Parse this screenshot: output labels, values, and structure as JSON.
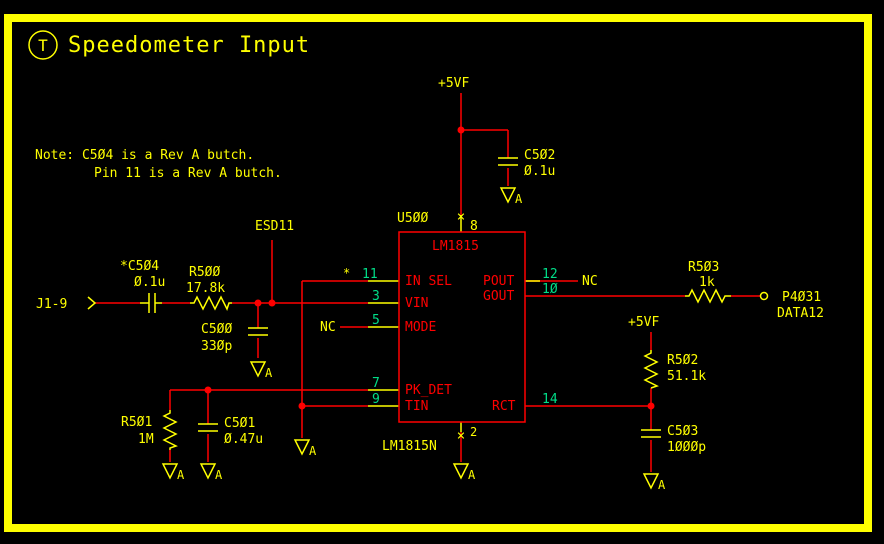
{
  "title": "Speedometer Input",
  "title_badge": "T",
  "colors": {
    "border": "#ffff00",
    "label": "#ffff00",
    "wire": "#ff0000",
    "pin_number": "#00dd88",
    "symbol": "#ffff00",
    "background": "#000000"
  },
  "notes": {
    "line1": "Note: C5Ø4 is a Rev A butch.",
    "line2": "Pin 11 is a Rev A butch."
  },
  "power": {
    "top": "+5VF",
    "right": "+5VF"
  },
  "ic": {
    "refdes": "U5ØØ",
    "part": "LM1815",
    "partnum": "LM1815N",
    "top_pin": "8",
    "bottom_pin": "2",
    "pins_left": [
      {
        "num": "11",
        "name": "IN SEL",
        "flag": "*"
      },
      {
        "num": "3",
        "name": "VIN"
      },
      {
        "num": "5",
        "name": "MODE"
      },
      {
        "num": "7",
        "name": "PK_DET"
      },
      {
        "num": "9",
        "name": "TIN"
      }
    ],
    "pins_right": [
      {
        "num": "12",
        "name": "POUT"
      },
      {
        "num": "1Ø",
        "name": "GOUT"
      },
      {
        "num": "14",
        "name": "RCT"
      }
    ]
  },
  "nc_labels": {
    "mode": "NC",
    "pout": "NC"
  },
  "components": {
    "c504": {
      "ref": "*C5Ø4",
      "value": "Ø.1u"
    },
    "r500": {
      "ref": "R5ØØ",
      "value": "17.8k"
    },
    "c500": {
      "ref": "C5ØØ",
      "value": "33Øp"
    },
    "r501": {
      "ref": "R5Ø1",
      "value": "1M"
    },
    "c501": {
      "ref": "C5Ø1",
      "value": "Ø.47u"
    },
    "c502": {
      "ref": "C5Ø2",
      "value": "Ø.1u"
    },
    "r502": {
      "ref": "R5Ø2",
      "value": "51.1k"
    },
    "c503": {
      "ref": "C5Ø3",
      "value": "1ØØØp"
    },
    "r503": {
      "ref": "R5Ø3",
      "value": "1k"
    }
  },
  "net_labels": {
    "input": "J1-9",
    "esd": "ESD11",
    "output_port": "P4Ø31",
    "output_net": "DATA12"
  },
  "ground_label": "A"
}
